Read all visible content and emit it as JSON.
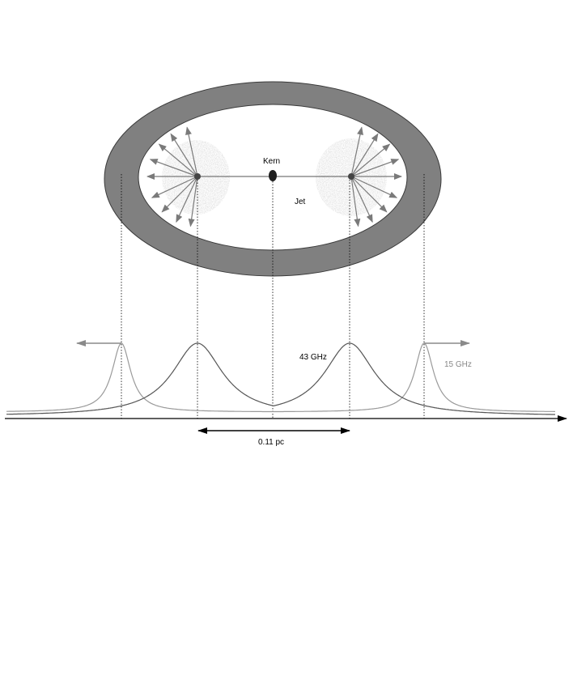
{
  "labels": {
    "core": "Kern",
    "jet": "Jet",
    "freq_high": "43 GHz",
    "freq_low": "15 GHz",
    "distance": "0.11 pc"
  },
  "colors": {
    "torus": "#808080",
    "torus_outline": "#3a3a3a",
    "inner_region": "#ffffff",
    "blob": "#c4c4c4",
    "arrow": "#7a7a7a",
    "core_dot": "#1f1f1f",
    "curve_43": "#555555",
    "curve_15": "#9a9a9a",
    "axis": "#000000",
    "text_dark": "#000000",
    "text_light": "#888888"
  }
}
